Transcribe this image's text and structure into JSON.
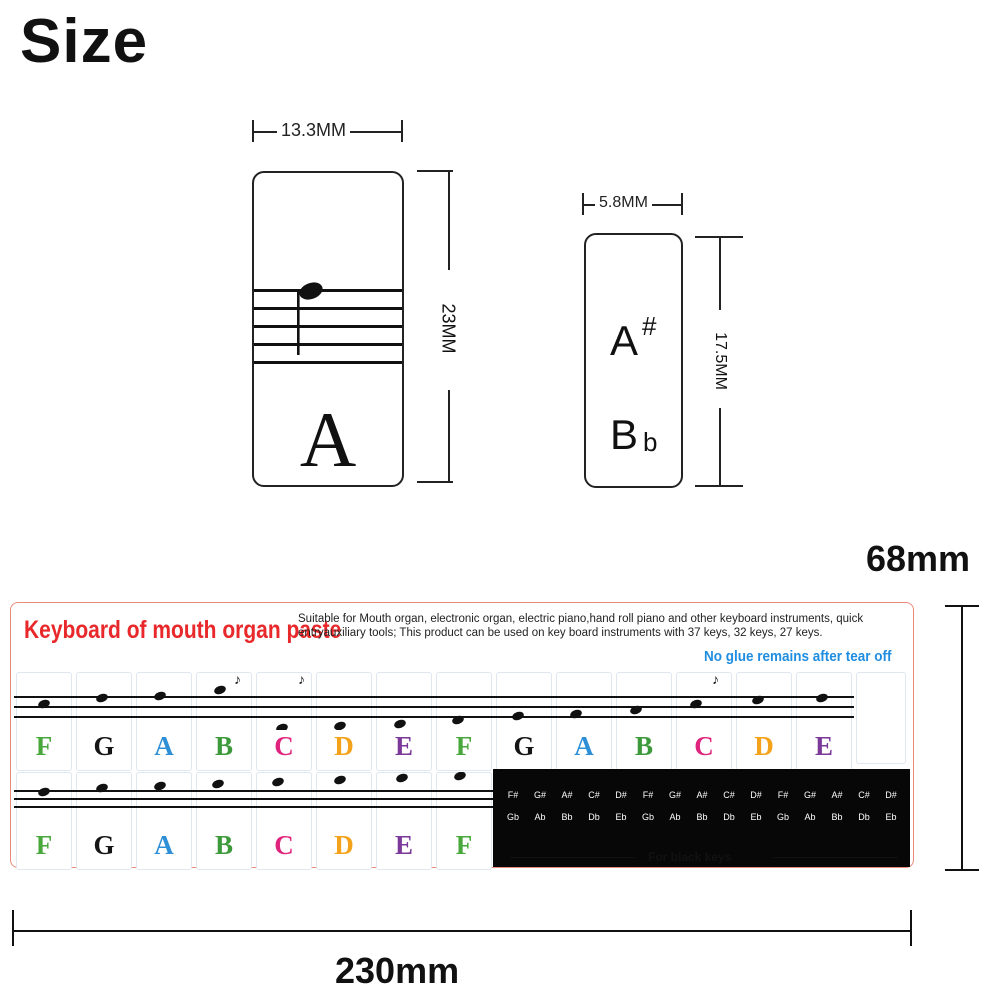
{
  "title": "Size",
  "large_card": {
    "width_label": "13.3MM",
    "height_label": "23MM",
    "letter": "A"
  },
  "small_card": {
    "width_label": "5.8MM",
    "height_label": "17.5MM",
    "sharp_letter": "A",
    "sharp_symbol": "#",
    "flat_letter": "B",
    "flat_symbol": "b"
  },
  "sheet": {
    "title": "Keyboard of mouth organ paste",
    "description": "Suitable for Mouth organ, electronic organ, electric piano,hand roll piano and other keyboard instruments, quick entryauxiliary tools; This product can be used on key board instruments with 37 keys, 32 keys, 27 keys.",
    "no_glue": "No glue remains after tear off",
    "row1_letters": [
      "F",
      "G",
      "A",
      "B",
      "C",
      "D",
      "E",
      "F",
      "G",
      "A",
      "B",
      "C",
      "D",
      "E"
    ],
    "row2_letters": [
      "F",
      "G",
      "A",
      "B",
      "C",
      "D",
      "E",
      "F"
    ],
    "black_keys_top": [
      "F#",
      "G#",
      "A#",
      "C#",
      "D#",
      "F#",
      "G#",
      "A#",
      "C#",
      "D#",
      "F#",
      "G#",
      "A#",
      "C#",
      "D#"
    ],
    "black_keys_bottom": [
      "Gb",
      "Ab",
      "Bb",
      "Db",
      "Eb",
      "Gb",
      "Ab",
      "Bb",
      "Db",
      "Eb",
      "Gb",
      "Ab",
      "Bb",
      "Db",
      "Eb"
    ],
    "black_keys_label": "For black keys",
    "height_label": "68mm",
    "width_label": "230mm"
  },
  "letter_colors": {
    "F": "#48a83b",
    "G": "#151515",
    "A": "#2f8fd6",
    "B": "#3d9a3a",
    "C": "#e0247d",
    "D": "#f4a21a",
    "E": "#7b3a9a"
  }
}
